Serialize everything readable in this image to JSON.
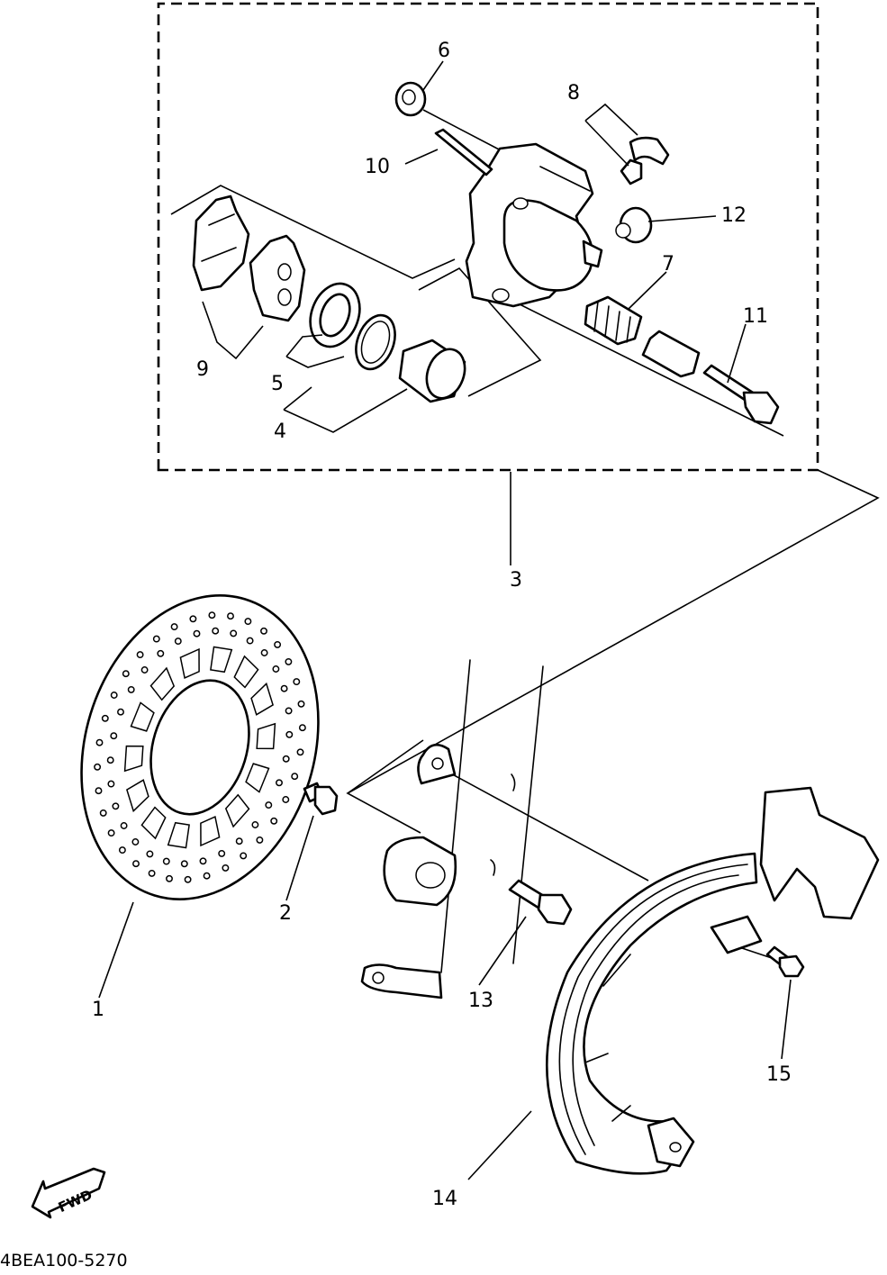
{
  "labels": {
    "p1": "1",
    "p2": "2",
    "p3": "3",
    "p4": "4",
    "p5": "5",
    "p6": "6",
    "p7": "7",
    "p8": "8",
    "p9": "9",
    "p10": "10",
    "p11": "11",
    "p12": "12",
    "p13": "13",
    "p14": "14",
    "p15": "15"
  },
  "fwd_arrow_text": "FWD",
  "drawing_code": "4BEA100-5270",
  "colors": {
    "ink": "#000000",
    "paper": "#ffffff"
  }
}
